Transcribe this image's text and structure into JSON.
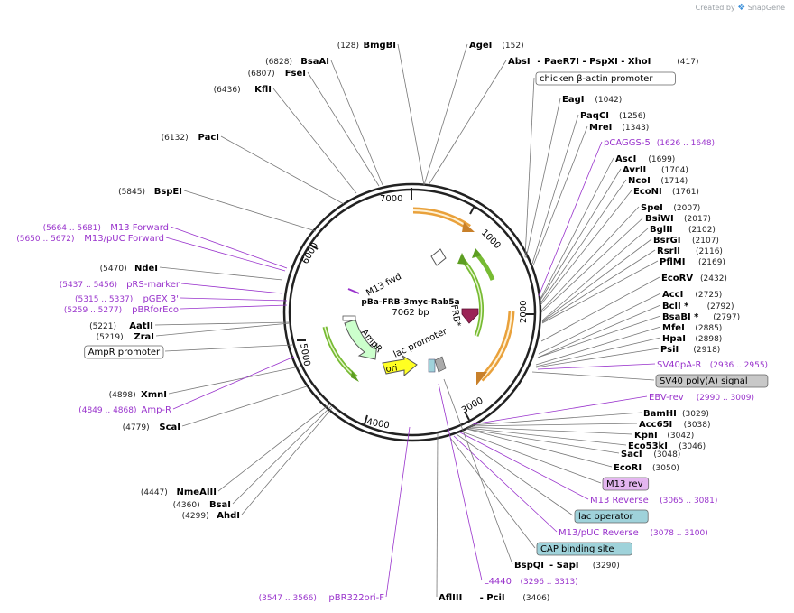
{
  "credit": {
    "created_by": "Created by",
    "brand": "SnapGene"
  },
  "plasmid": {
    "name": "pBa-FRB-3myc-Rab5a",
    "length_label": "7062 bp"
  },
  "ticks": [
    "1000",
    "2000",
    "3000",
    "4000",
    "5000",
    "6000",
    "7000"
  ],
  "feature_labels": {
    "m13fwd": "M13 fwd",
    "ampr": "AmpR",
    "ori": "ori",
    "lac_promoter": "lac promoter",
    "frb": "FRB*"
  },
  "right_labels": [
    {
      "name": "AgeI",
      "pos": "(152)"
    },
    {
      "name": "AbsI",
      "extra": "- PaeR7I - PspXI - XhoI",
      "pos": "(417)"
    },
    {
      "name": "chicken β-actin promoter",
      "boxed": true
    },
    {
      "name": "EagI",
      "pos": "(1042)"
    },
    {
      "name": "PaqCI",
      "pos": "(1256)"
    },
    {
      "name": "MreI",
      "pos": "(1343)"
    },
    {
      "name": "pCAGGS-5",
      "pos": "(1626 .. 1648)",
      "primer": true
    },
    {
      "name": "AscI",
      "pos": "(1699)"
    },
    {
      "name": "AvrII",
      "pos": "(1704)"
    },
    {
      "name": "NcoI",
      "pos": "(1714)"
    },
    {
      "name": "EcoNI",
      "pos": "(1761)"
    },
    {
      "name": "SpeI",
      "pos": "(2007)"
    },
    {
      "name": "BsiWI",
      "pos": "(2017)"
    },
    {
      "name": "BglII",
      "pos": "(2102)"
    },
    {
      "name": "BsrGI",
      "pos": "(2107)"
    },
    {
      "name": "RsrII",
      "pos": "(2116)"
    },
    {
      "name": "PflMI",
      "pos": "(2169)"
    },
    {
      "name": "EcoRV",
      "pos": "(2432)"
    },
    {
      "name": "AccI",
      "pos": "(2725)"
    },
    {
      "name": "BclI *",
      "pos": "(2792)"
    },
    {
      "name": "BsaBI *",
      "pos": "(2797)"
    },
    {
      "name": "MfeI",
      "pos": "(2885)"
    },
    {
      "name": "HpaI",
      "pos": "(2898)"
    },
    {
      "name": "PsiI",
      "pos": "(2918)"
    },
    {
      "name": "SV40pA-R",
      "pos": "(2936 .. 2955)",
      "primer": true
    },
    {
      "name": "SV40 poly(A) signal",
      "boxed": true,
      "fill": "#c8c8c8"
    },
    {
      "name": "EBV-rev",
      "pos": "(2990 .. 3009)",
      "primer": true
    },
    {
      "name": "BamHI",
      "pos": "(3029)"
    },
    {
      "name": "Acc65I",
      "pos": "(3038)"
    },
    {
      "name": "KpnI",
      "pos": "(3042)"
    },
    {
      "name": "Eco53kI",
      "pos": "(3046)"
    },
    {
      "name": "SacI",
      "pos": "(3048)"
    },
    {
      "name": "EcoRI",
      "pos": "(3050)"
    },
    {
      "name": "M13 rev",
      "boxed": true,
      "fill": "#e4b6f0"
    },
    {
      "name": "M13 Reverse",
      "pos": "(3065 .. 3081)",
      "primer": true
    },
    {
      "name": "lac operator",
      "boxed": true,
      "fill": "#9fd2da"
    },
    {
      "name": "M13/pUC Reverse",
      "pos": "(3078 .. 3100)",
      "primer": true
    },
    {
      "name": "CAP binding site",
      "boxed": true,
      "fill": "#9fd2da"
    },
    {
      "name": "BspQI",
      "extra": "- SapI",
      "pos": "(3290)"
    },
    {
      "name": "L4440",
      "pos": "(3296 .. 3313)",
      "primer": true
    },
    {
      "name": "AflIII",
      "extra": "- PciI",
      "pos": "(3406)"
    }
  ],
  "left_labels": [
    {
      "name": "BmgBI",
      "pos": "(128)"
    },
    {
      "name": "BsaAI",
      "pos": "(6828)"
    },
    {
      "name": "FseI",
      "pos": "(6807)"
    },
    {
      "name": "KflI",
      "pos": "(6436)"
    },
    {
      "name": "PacI",
      "pos": "(6132)"
    },
    {
      "name": "BspEI",
      "pos": "(5845)"
    },
    {
      "name": "M13 Forward",
      "pos": "(5664 .. 5681)",
      "primer": true
    },
    {
      "name": "M13/pUC Forward",
      "pos": "(5650 .. 5672)",
      "primer": true
    },
    {
      "name": "NdeI",
      "pos": "(5470)"
    },
    {
      "name": "pRS-marker",
      "pos": "(5437 .. 5456)",
      "primer": true
    },
    {
      "name": "pGEX 3'",
      "pos": "(5315 .. 5337)",
      "primer": true
    },
    {
      "name": "pBRforEco",
      "pos": "(5259 .. 5277)",
      "primer": true
    },
    {
      "name": "AatII",
      "pos": "(5221)"
    },
    {
      "name": "ZraI",
      "pos": "(5219)"
    },
    {
      "name": "AmpR promoter",
      "boxed": true
    },
    {
      "name": "XmnI",
      "pos": "(4898)"
    },
    {
      "name": "Amp-R",
      "pos": "(4849 .. 4868)",
      "primer": true
    },
    {
      "name": "ScaI",
      "pos": "(4779)"
    },
    {
      "name": "NmeAIII",
      "pos": "(4447)"
    },
    {
      "name": "BsaI",
      "pos": "(4360)"
    },
    {
      "name": "AhdI",
      "pos": "(4299)"
    },
    {
      "name": "pBR322ori-F",
      "pos": "(3547 .. 3566)",
      "primer": true
    }
  ]
}
